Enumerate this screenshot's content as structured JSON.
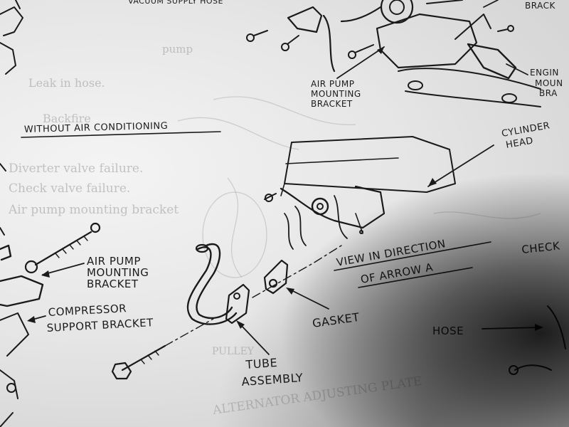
{
  "labels": {
    "vacuum_supply_hose": "VACUUM SUPPLY HOSE",
    "air_pump_bracket_top_1": "AIR PUMP",
    "air_pump_bracket_top_2": "MOUNTING",
    "air_pump_bracket_top_3": "BRACKET",
    "engine_mount_1": "ENGIN",
    "engine_mount_2": "MOUN",
    "engine_mount_3": "BRA",
    "bracket_top_right": "BRACK",
    "without_ac": "WITHOUT AIR CONDITIONING",
    "cylinder_head_1": "CYLINDER",
    "cylinder_head_2": "HEAD",
    "air_pump_bracket_left_1": "AIR PUMP",
    "air_pump_bracket_left_2": "MOUNTING",
    "air_pump_bracket_left_3": "BRACKET",
    "compressor_1": "COMPRESSOR",
    "compressor_2": "SUPPORT BRACKET",
    "view_direction_1": "VIEW IN DIRECTION",
    "view_direction_2": "OF ARROW A",
    "check": "CHECK",
    "gasket": "GASKET",
    "hose": "HOSE",
    "tube_1": "TUBE",
    "tube_2": "ASSEMBLY"
  },
  "bleed_text": {
    "line1": "pump",
    "line2": "Leak in hose.",
    "line3": "Backfire",
    "line4": "Diverter valve failure.",
    "line5": "Check valve failure.",
    "line6": "Air pump mounting bracket",
    "line7": "ALTERNATOR ADJUSTING PLATE",
    "line8": "PULLEY"
  }
}
